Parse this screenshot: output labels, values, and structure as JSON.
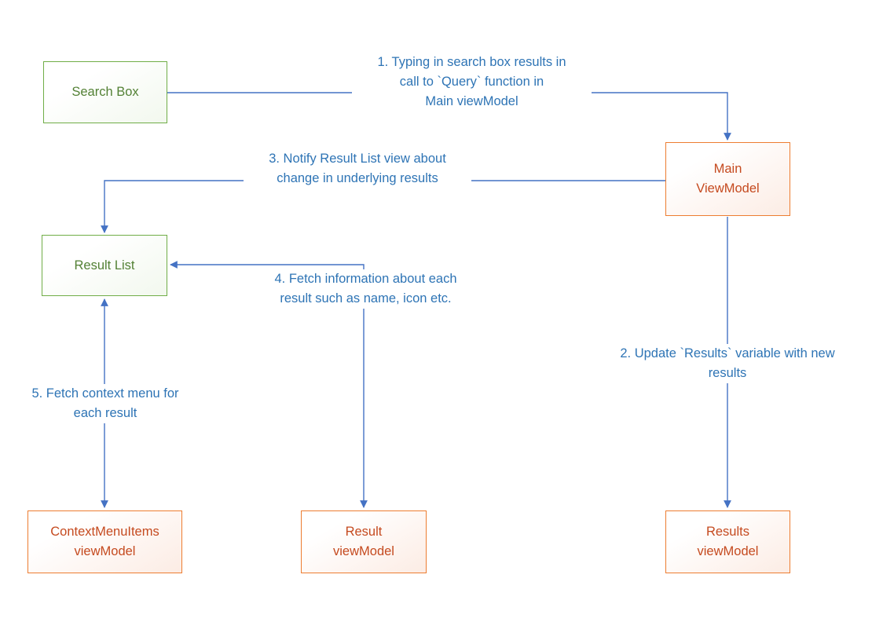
{
  "diagram": {
    "colors": {
      "line_blue": "#4472C4",
      "label_blue": "#2E74B5",
      "green_border": "#70AD47",
      "green_text": "#538135",
      "orange_border": "#ED7D31",
      "orange_text": "#C54A1F"
    },
    "nodes": {
      "search_box": {
        "label": "Search Box"
      },
      "main_viewmodel": {
        "label": "Main\nViewModel"
      },
      "result_list": {
        "label": "Result List"
      },
      "contextmenuitems_viewmodel": {
        "label": "ContextMenuItems\nviewModel"
      },
      "result_viewmodel": {
        "label": "Result\nviewModel"
      },
      "results_viewmodel": {
        "label": "Results\nviewModel"
      }
    },
    "edges": {
      "e1": {
        "label": "1. Typing in search box results in\ncall to `Query` function in\nMain viewModel",
        "from": "search_box",
        "to": "main_viewmodel",
        "bidirectional": false
      },
      "e2": {
        "label": "2. Update `Results` variable with new\nresults",
        "from": "main_viewmodel",
        "to": "results_viewmodel",
        "bidirectional": false
      },
      "e3": {
        "label": "3. Notify Result List view about\nchange in underlying results",
        "from": "main_viewmodel",
        "to": "result_list",
        "bidirectional": false
      },
      "e4": {
        "label": "4. Fetch information about each\nresult such as name, icon etc.",
        "from": "result_viewmodel",
        "to": "result_list",
        "bidirectional": true
      },
      "e5": {
        "label": "5. Fetch context menu for\neach result",
        "from": "result_list",
        "to": "contextmenuitems_viewmodel",
        "bidirectional": true
      }
    }
  }
}
